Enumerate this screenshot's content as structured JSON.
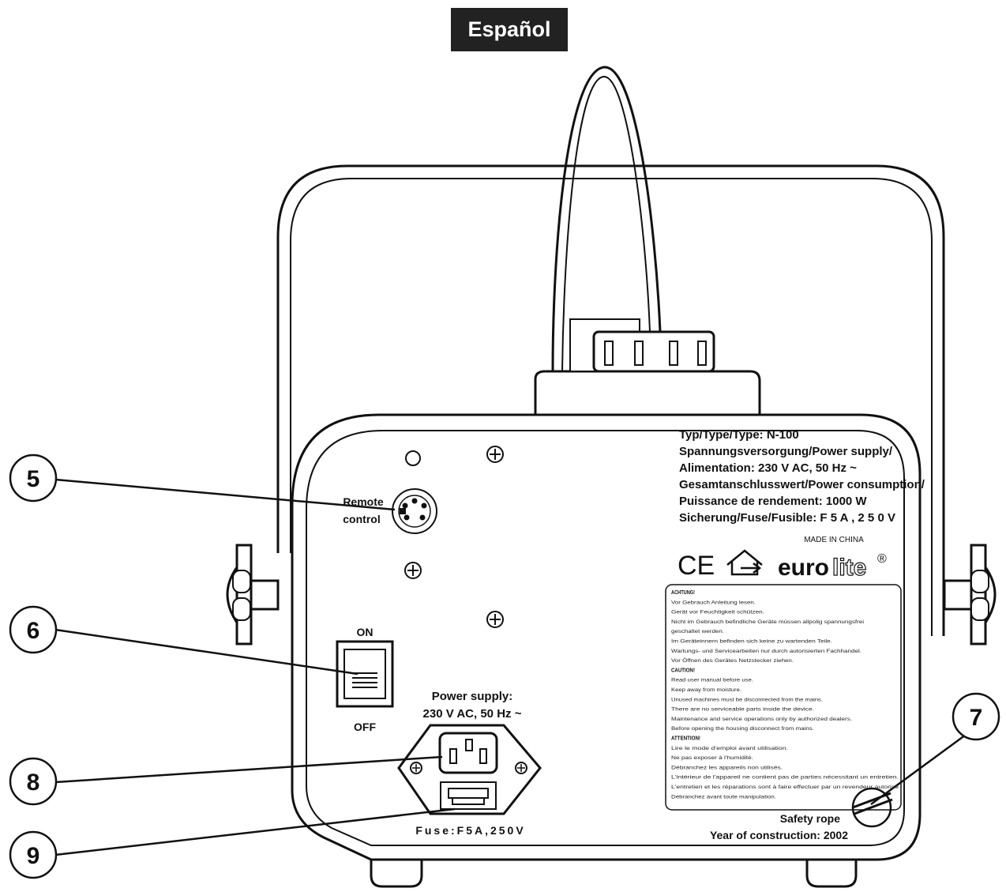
{
  "header": {
    "language_tab": "Español"
  },
  "callouts": [
    "5",
    "6",
    "7",
    "8",
    "9"
  ],
  "panel": {
    "remote_label_line1": "Remote",
    "remote_label_line2": "control",
    "switch_on": "ON",
    "switch_off": "OFF",
    "power_supply_line1": "Power supply:",
    "power_supply_line2": "230 V AC, 50 Hz ~",
    "fuse_label": "Fuse:F5A,250V"
  },
  "rating_plate": [
    "Typ/Type/Type: N-100",
    "Spannungsversorgung/Power supply/",
    "Alimentation: 230 V AC, 50 Hz ~",
    "Gesamtanschlusswert/Power consumption/",
    "Puissance de rendement: 1000 W",
    "Sicherung/Fuse/Fusible: F 5 A , 2 5 0 V"
  ],
  "made_in": "MADE IN CHINA",
  "logos": {
    "ce": "CE",
    "brand_bold": "euro",
    "brand_outline": "lite",
    "registered": "®"
  },
  "warning_label": [
    "ACHTUNG!",
    "Vor Gebrauch Anleitung lesen.",
    "Gerät vor Feuchtigkeit schützen.",
    "Nicht im Gebrauch befindliche Geräte müssen allpolig spannungsfrei",
    "geschaltet werden.",
    "Im Geräteinnern befinden sich keine zu wartenden Teile.",
    "Wartungs- und Servicearbeiten nur durch autorisierten Fachhandel.",
    "Vor Öffnen des Gerätes Netzstecker ziehen.",
    "CAUTION!",
    "Read user manual before use.",
    "Keep away from moisture.",
    "Unused machines must be disconnected from the mains.",
    "There are no serviceable parts inside the device.",
    "Maintenance and service operations only by authorized dealers.",
    "Before opening the housing disconnect from mains.",
    "ATTENTION!",
    "Lire le mode d'emploi avant utilisation.",
    "Ne pas exposer à l'humidité.",
    "Débranchez les appareils non utilisés.",
    "L'intérieur de l'appareil ne contient pas de parties nécessitant un entretien.",
    "L'entretien et les réparations sont à faire effectuer par un revendeur autorisé",
    "Débranchez avant toute manipulation."
  ],
  "safety_rope": "Safety rope",
  "year": "Year of construction: 2002"
}
